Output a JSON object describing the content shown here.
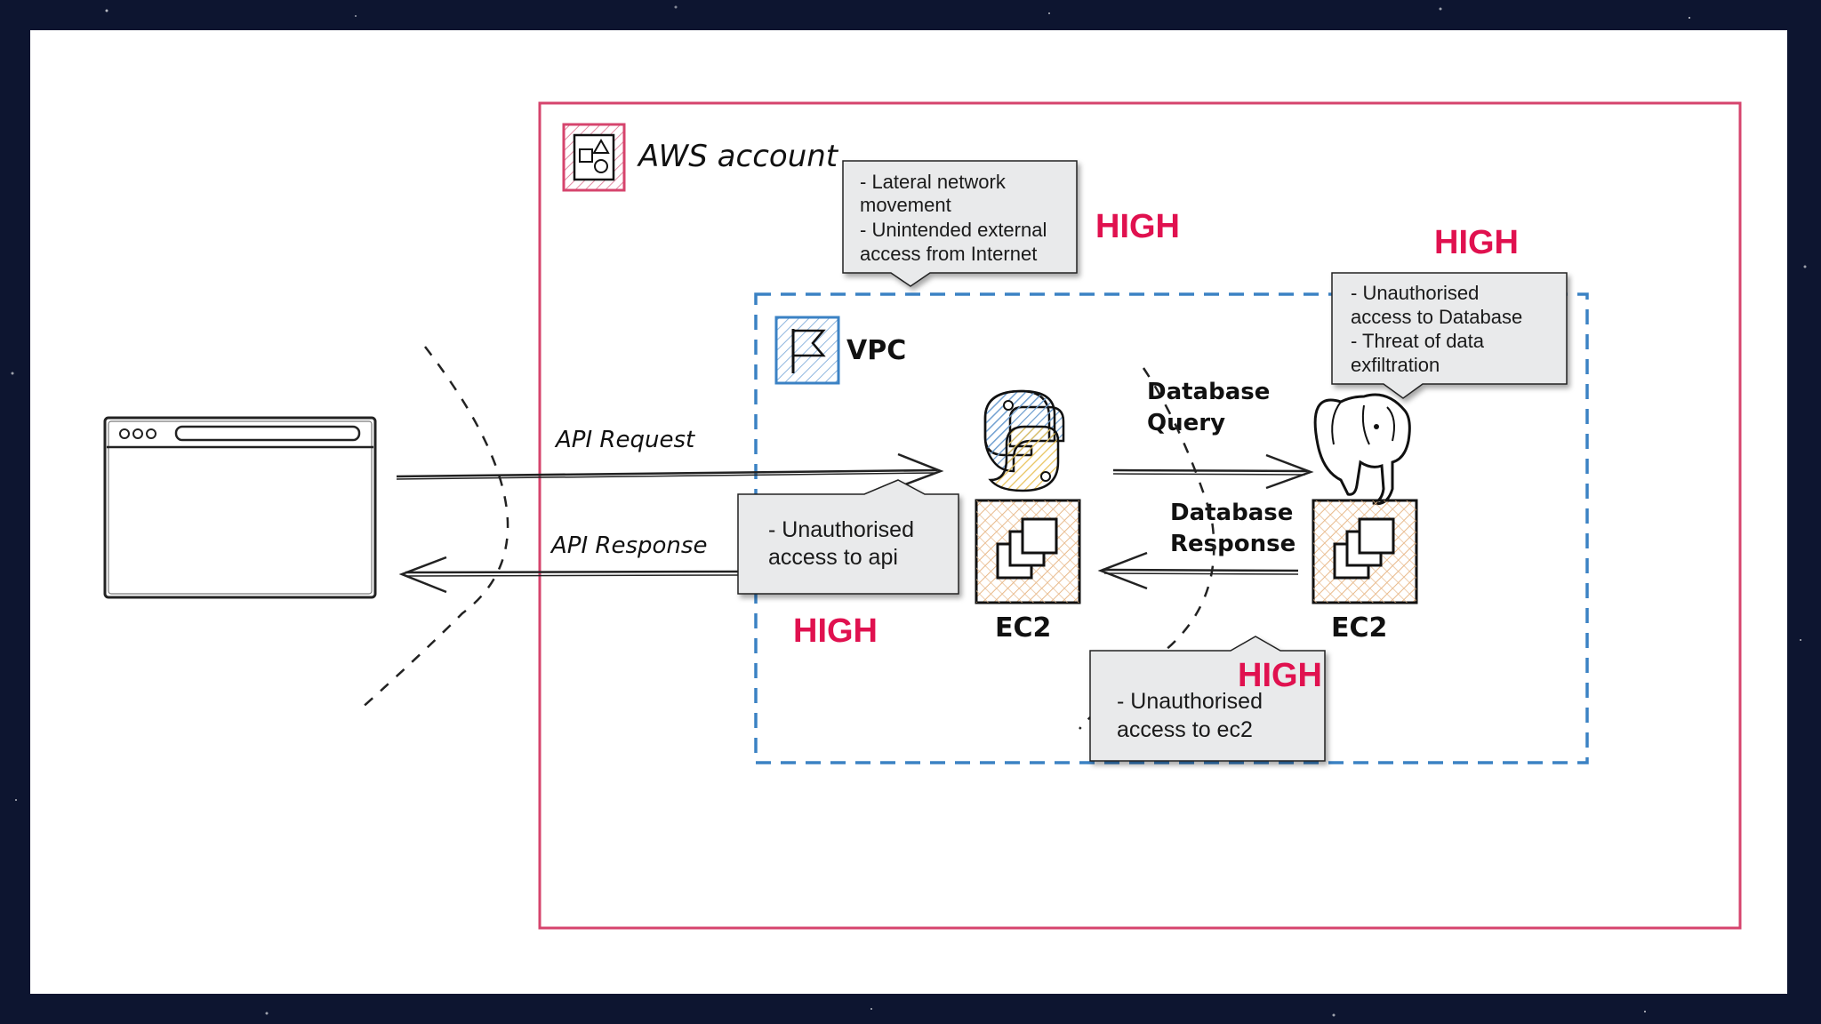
{
  "aws_account": {
    "label": "AWS account"
  },
  "vpc": {
    "label": "VPC"
  },
  "arrows": {
    "api_request": "API Request",
    "api_response": "API Response",
    "db_query_line1": "Database",
    "db_query_line2": "Query",
    "db_response_line1": "Database",
    "db_response_line2": "Response"
  },
  "nodes": {
    "ec2_app": "EC2",
    "ec2_db": "EC2"
  },
  "callouts": {
    "network": [
      "- Lateral network",
      "movement",
      "- Unintended external",
      "access from Internet"
    ],
    "database": [
      "- Unauthorised",
      "access to Database",
      "- Threat of data",
      "exfiltration"
    ],
    "api": [
      "- Unauthorised",
      "access to api"
    ],
    "ec2": [
      "- Unauthorised",
      "access to ec2"
    ]
  },
  "risk_levels": {
    "network": "HIGH",
    "database": "HIGH",
    "api": "HIGH",
    "ec2": "HIGH"
  },
  "colors": {
    "aws_border": "#d6446d",
    "vpc_border": "#3b82c4",
    "high": "#e0114f",
    "callout_bg": "#e9eaeb",
    "python_blue": "#6f9fd0",
    "python_yellow": "#f3d57a",
    "ec2_fill": "#f6d9b0"
  },
  "icons": {
    "aws": "aws-account-icon",
    "vpc": "vpc-flag-icon",
    "browser": "browser-window-icon",
    "python": "python-icon",
    "postgres": "postgresql-elephant-icon",
    "ec2": "ec2-instance-icon"
  }
}
